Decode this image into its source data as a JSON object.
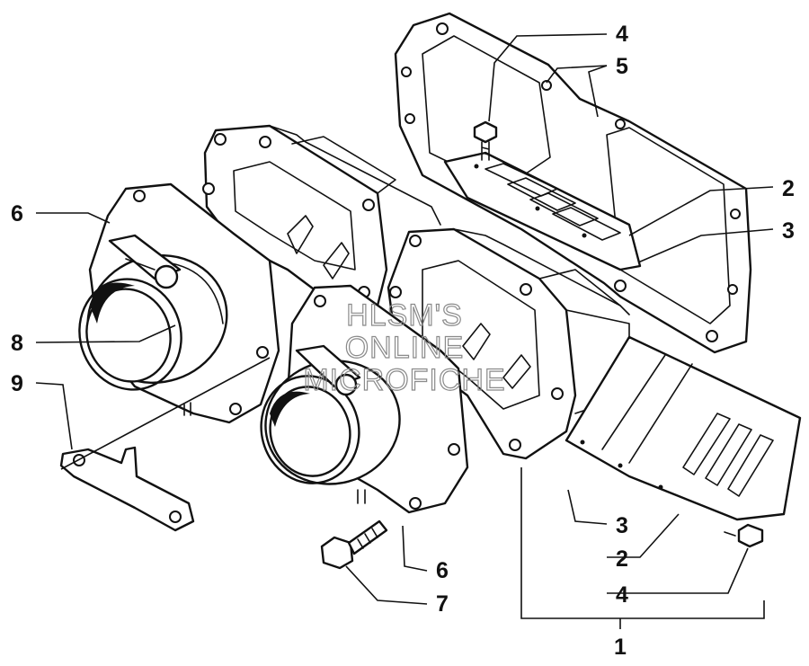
{
  "watermark": {
    "line1": "HLSM'S",
    "line2": "ONLINE",
    "line3": "MICROFICHE"
  },
  "callouts": [
    {
      "id": "c4-top",
      "text": "4"
    },
    {
      "id": "c5",
      "text": "5"
    },
    {
      "id": "c2-top",
      "text": "2"
    },
    {
      "id": "c3-top",
      "text": "3"
    },
    {
      "id": "c6-left",
      "text": "6"
    },
    {
      "id": "c8",
      "text": "8"
    },
    {
      "id": "c9",
      "text": "9"
    },
    {
      "id": "c3-bottom",
      "text": "3"
    },
    {
      "id": "c2-bottom",
      "text": "2"
    },
    {
      "id": "c4-bottom",
      "text": "4"
    },
    {
      "id": "c6-bottom",
      "text": "6"
    },
    {
      "id": "c7",
      "text": "7"
    },
    {
      "id": "c1",
      "text": "1"
    }
  ]
}
